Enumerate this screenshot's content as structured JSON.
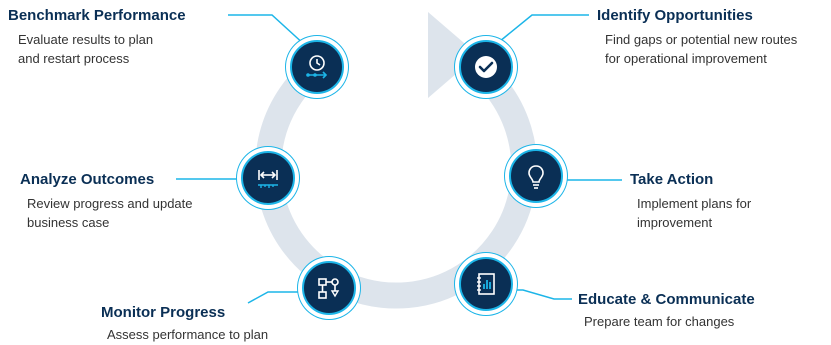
{
  "colors": {
    "navy": "#0a2f55",
    "cyan": "#1cb5e8",
    "ring": "#dde4ec",
    "text": "#333333"
  },
  "steps": [
    {
      "title": "Benchmark Performance",
      "line1": "Evaluate results to plan",
      "line2": "and restart process",
      "icon": "clock-timeline-icon"
    },
    {
      "title": "Identify Opportunities",
      "line1": "Find gaps or potential new routes",
      "line2": "for operational improvement",
      "icon": "checkmark-icon"
    },
    {
      "title": "Take Action",
      "line1": "Implement plans for",
      "line2": "improvement",
      "icon": "lightbulb-icon"
    },
    {
      "title": "Educate & Communicate",
      "line1": "Prepare team for changes",
      "line2": "",
      "icon": "notebook-chart-icon"
    },
    {
      "title": "Monitor Progress",
      "line1": "Assess performance to plan",
      "line2": "",
      "icon": "flowchart-icon"
    },
    {
      "title": "Analyze Outcomes",
      "line1": "Review progress and update",
      "line2": "business case",
      "icon": "measure-width-icon"
    }
  ]
}
